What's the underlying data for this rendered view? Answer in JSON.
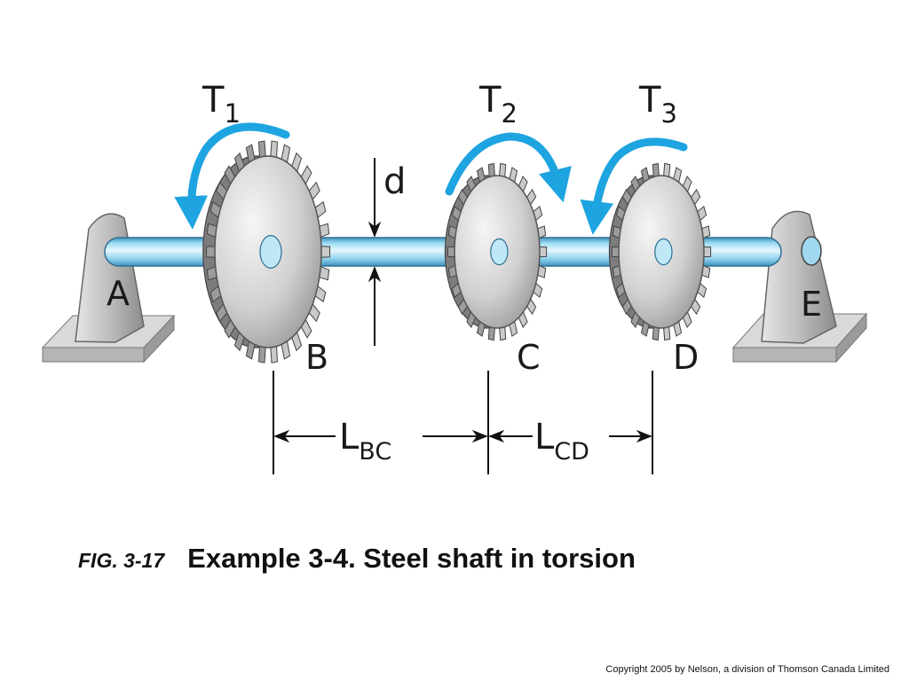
{
  "labels": {
    "T1": {
      "main": "T",
      "sub": "1"
    },
    "T2": {
      "main": "T",
      "sub": "2"
    },
    "T3": {
      "main": "T",
      "sub": "3"
    },
    "d": "d",
    "A": "A",
    "B": "B",
    "C": "C",
    "D": "D",
    "E": "E",
    "LBC": {
      "main": "L",
      "sub": "BC"
    },
    "LCD": {
      "main": "L",
      "sub": "CD"
    }
  },
  "caption": {
    "fig_tag": "FIG. 3-17",
    "title": "Example 3-4. Steel shaft in torsion"
  },
  "copyright": "Copyright 2005 by Nelson, a division of Thomson Canada Limited",
  "colors": {
    "arrow": "#1ea4e0",
    "shaft_light": "#d4f0fb",
    "shaft_mid": "#8fd2ee",
    "shaft_dark": "#3f93bd",
    "gear_light": "#ececec",
    "gear_dark": "#8a8a8a",
    "support": "#a9a9a9"
  }
}
